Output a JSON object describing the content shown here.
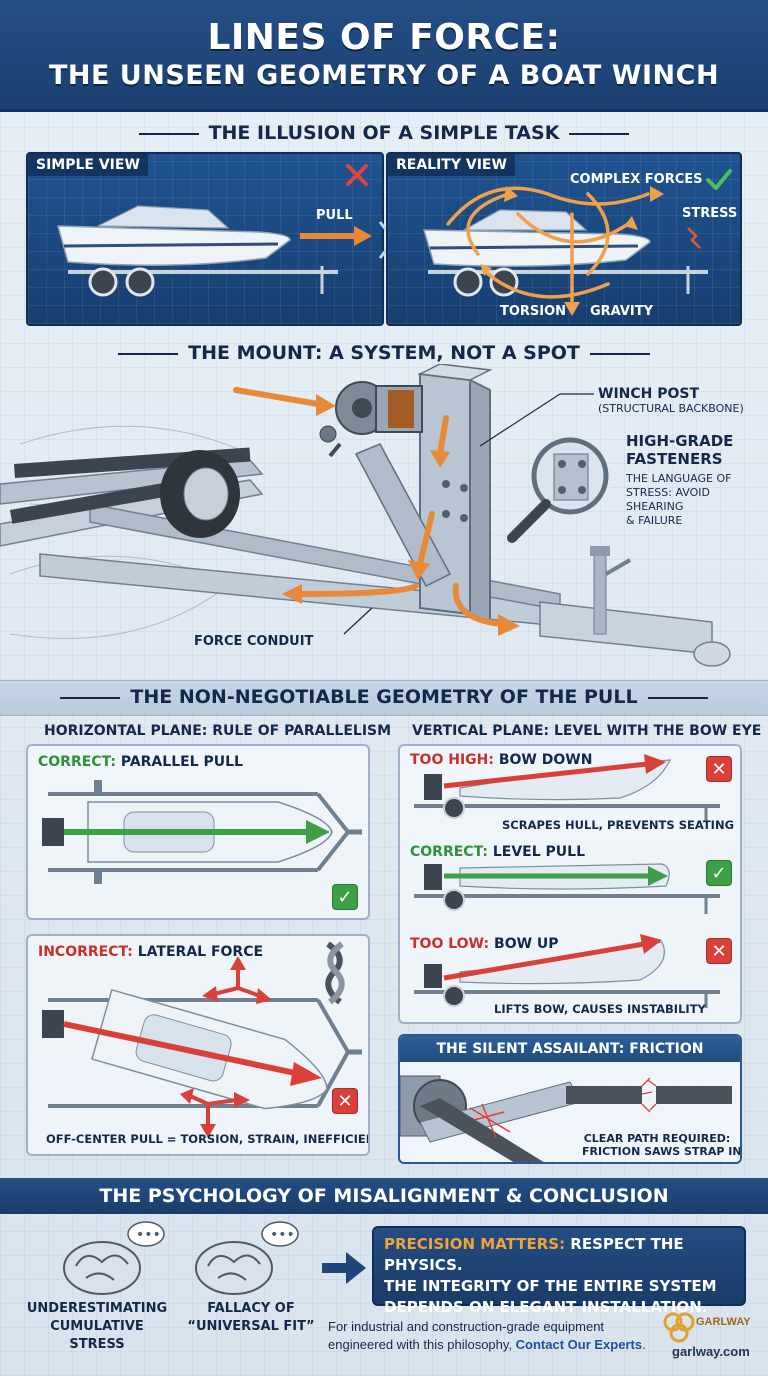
{
  "header": {
    "title_line1": "LINES OF FORCE:",
    "title_line2": "THE UNSEEN GEOMETRY OF A BOAT WINCH"
  },
  "illusion": {
    "title": "THE ILLUSION OF A SIMPLE TASK",
    "simple_view": {
      "tag": "SIMPLE VIEW",
      "pull_label": "PULL"
    },
    "reality_view": {
      "tag": "REALITY VIEW",
      "complex_label": "COMPLEX FORCES",
      "stress_label": "STRESS",
      "torsion_label": "TORSION",
      "gravity_label": "GRAVITY"
    }
  },
  "mount": {
    "title": "THE MOUNT: A SYSTEM, NOT A SPOT",
    "winch_post_title": "WINCH POST",
    "winch_post_sub": "(STRUCTURAL BACKBONE)",
    "fasteners_title_1": "HIGH-GRADE",
    "fasteners_title_2": "FASTENERS",
    "fasteners_sub_1": "THE LANGUAGE OF",
    "fasteners_sub_2": "STRESS: AVOID SHEARING",
    "fasteners_sub_3": "& FAILURE",
    "force_conduit": "FORCE CONDUIT"
  },
  "geometry": {
    "title": "THE NON-NEGOTIABLE GEOMETRY OF THE PULL",
    "horizontal": {
      "heading": "HORIZONTAL PLANE: RULE OF PARALLELISM",
      "correct_prefix": "CORRECT:",
      "correct_text": " PARALLEL PULL",
      "incorrect_prefix": "INCORRECT:",
      "incorrect_text": " LATERAL FORCE",
      "incorrect_caption": "OFF-CENTER PULL = TORSION, STRAIN, INEFFICIENT"
    },
    "vertical": {
      "heading": "VERTICAL PLANE: LEVEL WITH THE BOW EYE",
      "high_prefix": "TOO HIGH:",
      "high_text": " BOW DOWN",
      "high_caption": "SCRAPES HULL, PREVENTS SEATING",
      "level_prefix": "CORRECT:",
      "level_text": " LEVEL PULL",
      "low_prefix": "TOO LOW:",
      "low_text": " BOW UP",
      "low_caption": "LIFTS BOW, CAUSES INSTABILITY"
    },
    "friction": {
      "heading": "THE SILENT ASSAILANT: FRICTION",
      "caption_1": "CLEAR PATH REQUIRED:",
      "caption_2": "FRICTION SAWS STRAP IN HALF"
    }
  },
  "psychology": {
    "title": "THE PSYCHOLOGY OF MISALIGNMENT & CONCLUSION",
    "brain1_line1": "UNDERESTIMATING",
    "brain1_line2": "CUMULATIVE STRESS",
    "brain2_line1": "FALLACY OF",
    "brain2_line2": "“UNIVERSAL FIT”",
    "precision_prefix": "PRECISION MATTERS:",
    "precision_rest": " RESPECT THE PHYSICS.",
    "precision_line2": "THE INTEGRITY OF THE ENTIRE SYSTEM",
    "precision_line3": "DEPENDS ON ELEGANT INSTALLATION.",
    "footer_line1": "For industrial and construction-grade equipment",
    "footer_line2": "engineered with this philosophy, ",
    "footer_link": "Contact Our Experts",
    "footer_period": ".",
    "brand_name": "GARLWAY",
    "brand_url": "garlway.com"
  },
  "colors": {
    "navy": "#1b3f70",
    "arrow_orange": "#e8893a",
    "correct_green": "#3e9f46",
    "incorrect_red": "#d9403a"
  }
}
